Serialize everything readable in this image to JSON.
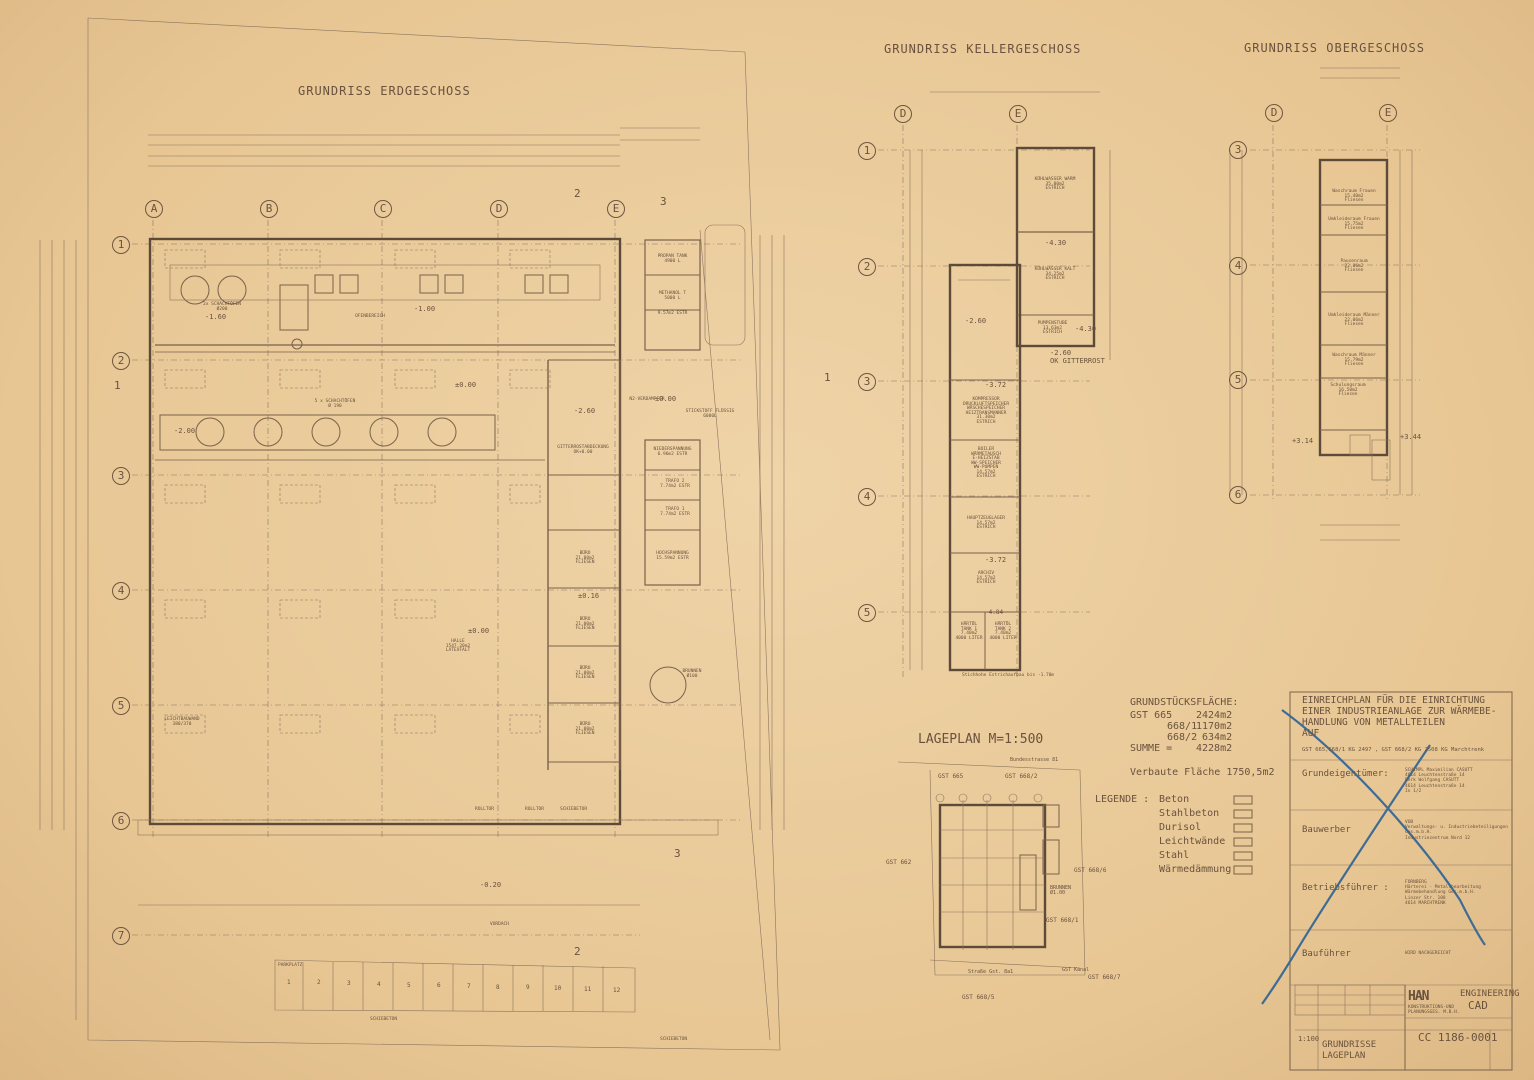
{
  "titles": {
    "erdgeschoss": "GRUNDRISS ERDGESCHOSS",
    "kellergeschoss": "GRUNDRISS KELLERGESCHOSS",
    "obergeschoss": "GRUNDRISS OBERGESCHOSS",
    "lageplan": "LAGEPLAN M=1:500"
  },
  "grid": {
    "columns_eg": [
      "A",
      "B",
      "C",
      "D",
      "E"
    ],
    "rows_eg": [
      "1",
      "2",
      "3",
      "4",
      "5",
      "6",
      "7"
    ],
    "columns_kg": [
      "D",
      "E"
    ],
    "rows_kg": [
      "1",
      "2",
      "3",
      "4",
      "5"
    ],
    "columns_og": [
      "D",
      "E"
    ],
    "rows_og": [
      "3",
      "4",
      "5",
      "6"
    ]
  },
  "section_markers": [
    "1",
    "2",
    "3"
  ],
  "eg_rooms": {
    "halle": "HALLE\n1547.20m2\nLATEXFALT",
    "ofenbereich": "OFENBEREICH",
    "propan_tank": "PROPAN TANK\n4900 L",
    "methanol_tank": "METHANOL T\n5000 L",
    "estr": "9.57m2 ESTR",
    "gitterrost": "GITTERROSTABDECKUNG\nOK+0.00",
    "n2_verdampfer": "N2-VERDAMPFER",
    "stickstoff": "STICKSTOFF FLÜSSIG\n6000L",
    "niederspannung": "NIEDERSPANNUNG\n6.96m2 ESTR",
    "trafo2": "TRAFO 2\n7.74m2 ESTR",
    "trafo1": "TRAFO 1\n7.74m2 ESTR",
    "hochspannung": "HOCHSPANNUNG\n15.59m2 ESTR",
    "buero1": "BÜRO\n21.00m2\nFLIESEN",
    "buero2": "BÜRO\n21.00m2\nFLIESEN",
    "buero3": "BÜRO\n21.00m2\nFLIESEN",
    "buero4": "BÜRO\n21.00m2\nFLIESEN",
    "brunnen": "BRUNNEN\nØ100",
    "parkplatz": "PARKPLATZ",
    "vordach": "VORDACH",
    "schieberton": "SCHIEBETON",
    "schachtoefen1": "2x SCHACHTÖFEN\nØ200",
    "schachtoefen2": "5 x SCHACHTÖFEN\nØ 190",
    "rolltor1": "ROLLTOR",
    "rolltor2": "ROLLTOR",
    "schiebetor": "SCHIEBETOR",
    "leichtbau": "LEICHTBAUWAND\n380/370"
  },
  "eg_levels": [
    "-1.60",
    "±0.00",
    "-1.00",
    "±0.00",
    "-2.00",
    "-2.60",
    "±0.16",
    "±0.00",
    "-0.20"
  ],
  "parking_numbers": [
    "1",
    "2",
    "3",
    "4",
    "5",
    "6",
    "7",
    "8",
    "9",
    "10",
    "11",
    "12"
  ],
  "kg_rooms": {
    "kuehlwasser_warm": "KÜHLWASSER WARM\n35.00m2\nESTRICH",
    "kuehlwasser_kalt": "KÜHLWASSER KALT\n34.25m2\nESTRICH",
    "pumpenstube": "PUMPENSTUBE\n13.63m2\nESTRICH",
    "ok_gitterrost": "OK GITTERROST",
    "kompressor": "KOMPRESSOR\nDRUCKLUFTSPEICHER\nWÄSCHESPEICHER\nHEIZTRANSMANNER\n31.30m2\nESTRICH",
    "boiler": "BOILER\nWÄRMETAUSCH\nE-HEIZSTAB\nWW-SPEICHER\nWW-PUMPEN\n14.57m2\nESTRICH",
    "hauptzeuglager": "HAUPTZEUGLAGER\n14.57m2\nESTRICH",
    "archiv": "ARCHIV\n14.57m2\nESTRICH",
    "haertoel1": "HÄRTÖL\nTANK 1\n7.40m2\n4000 LITER",
    "haertoel2": "HÄRTÖL\nTANK 2\n7.40m2\n4000 LITER",
    "estrichhoehe": "Stichhohe Estrichaufbau bis -1.70m"
  },
  "kg_levels": [
    "-4.30",
    "-2.60",
    "-4.30",
    "-2.60",
    "-3.72",
    "-3.72",
    "-4.84"
  ],
  "og_rooms": {
    "waschraum_frauen": "Waschraum Frauen\n15.40m2\nFliesen",
    "umkleide_frauen": "Umkleideraum Frauen\n15.75m2\nFliesen",
    "pausenraum": "Pausenraum\n22.06m2\nFliesen",
    "umkleide_maenner": "Umkleideraum Männer\n22.06m2\nFliesen",
    "waschraum_maenner": "Waschraum Männer\n15.79m2\nFliesen",
    "schulungsraum": "Schulungsraum\n16.50m2\nFliesen"
  },
  "og_levels": [
    "+3.14",
    "+3.44"
  ],
  "grundstueck": {
    "heading": "GRUNDSTÜCKSFLÄCHE:",
    "rows": [
      {
        "label": "GST 665",
        "value": "2424m2"
      },
      {
        "label": "668/1",
        "value": "1170m2"
      },
      {
        "label": "668/2",
        "value": "634m2"
      },
      {
        "label": "SUMME =",
        "value": "4228m2"
      }
    ],
    "verbaut": "Verbaute Fläche 1750,5m2"
  },
  "legende": {
    "heading": "LEGENDE :",
    "items": [
      "Beton",
      "Stahlbeton",
      "Durisol",
      "Leichtwände",
      "Stahl",
      "Wärmedämmung"
    ]
  },
  "lageplan": {
    "gst_665": "GST 665",
    "gst_668_2": "GST 668/2",
    "gst_662": "GST 662",
    "gst_668_6": "GST 668/6",
    "gst_668_1": "GST 668/1",
    "gst_668_7": "GST 668/7",
    "gst_668_5": "GST 668/5",
    "bundesstrasse": "Bundesstrasse 81",
    "strasse": "Straße Gst. 8a1",
    "brunnen": "BRUNNEN\nØ1.00",
    "gst_kanal": "GST Kanal"
  },
  "titleblock": {
    "project": "EINREICHPLAN FÜR DIE EINRICHTUNG\nEINER INDUSTRIEANLAGE ZUR WÄRMEBE-\nHANDLUNG VON METALLTEILEN\nAUF",
    "gst_line": "GST 665,668/1 KG 2497 , GST 668/2 KG 2508 KG Marchtrenk",
    "grundeigentuemer": "Grundeigentümer:",
    "grundeigentuemer_value": "SCHIMPL Maximilian CASUTT\n4614 Leuchtenstraße 14\nDerk Wolfgang CASUTT\n4614 Leuchtenstraße 14\nIn 1/2",
    "bauwerber": "Bauwerber",
    "bauwerber_value": "VOB\nVerwaltungs- u. Industriebeteiligungen\nGes.m.b.H.\nIndustriezentrum Nord 12",
    "betriebsfuehrer": "Betriebsführer :",
    "betriebsfuehrer_value": "FORNBERG\nHärterei - Metallbearbeitung\nWärmebehandlung Ges.m.b.H.\nLinzer Str. 108\n4614 MARCHTRENK",
    "baufuehrer": "Bauführer",
    "baufuehrer_value": "WIRD NACHGEREICHT",
    "scale": "1:100",
    "drawing_title": "GRUNDRISSE\nLAGEPLAN",
    "drawing_no": "CC 1186-0001",
    "company_logo": "HAN",
    "company_line1": "ENGINEERING",
    "company_line2": "CAD",
    "company_sub": "KONSTRUKTIONS-UND\nPLANUNGSGES. M.B.H."
  },
  "colors": {
    "paper": "#e9c99a",
    "ink": "#6a523e",
    "cross": "#3f6c95"
  }
}
